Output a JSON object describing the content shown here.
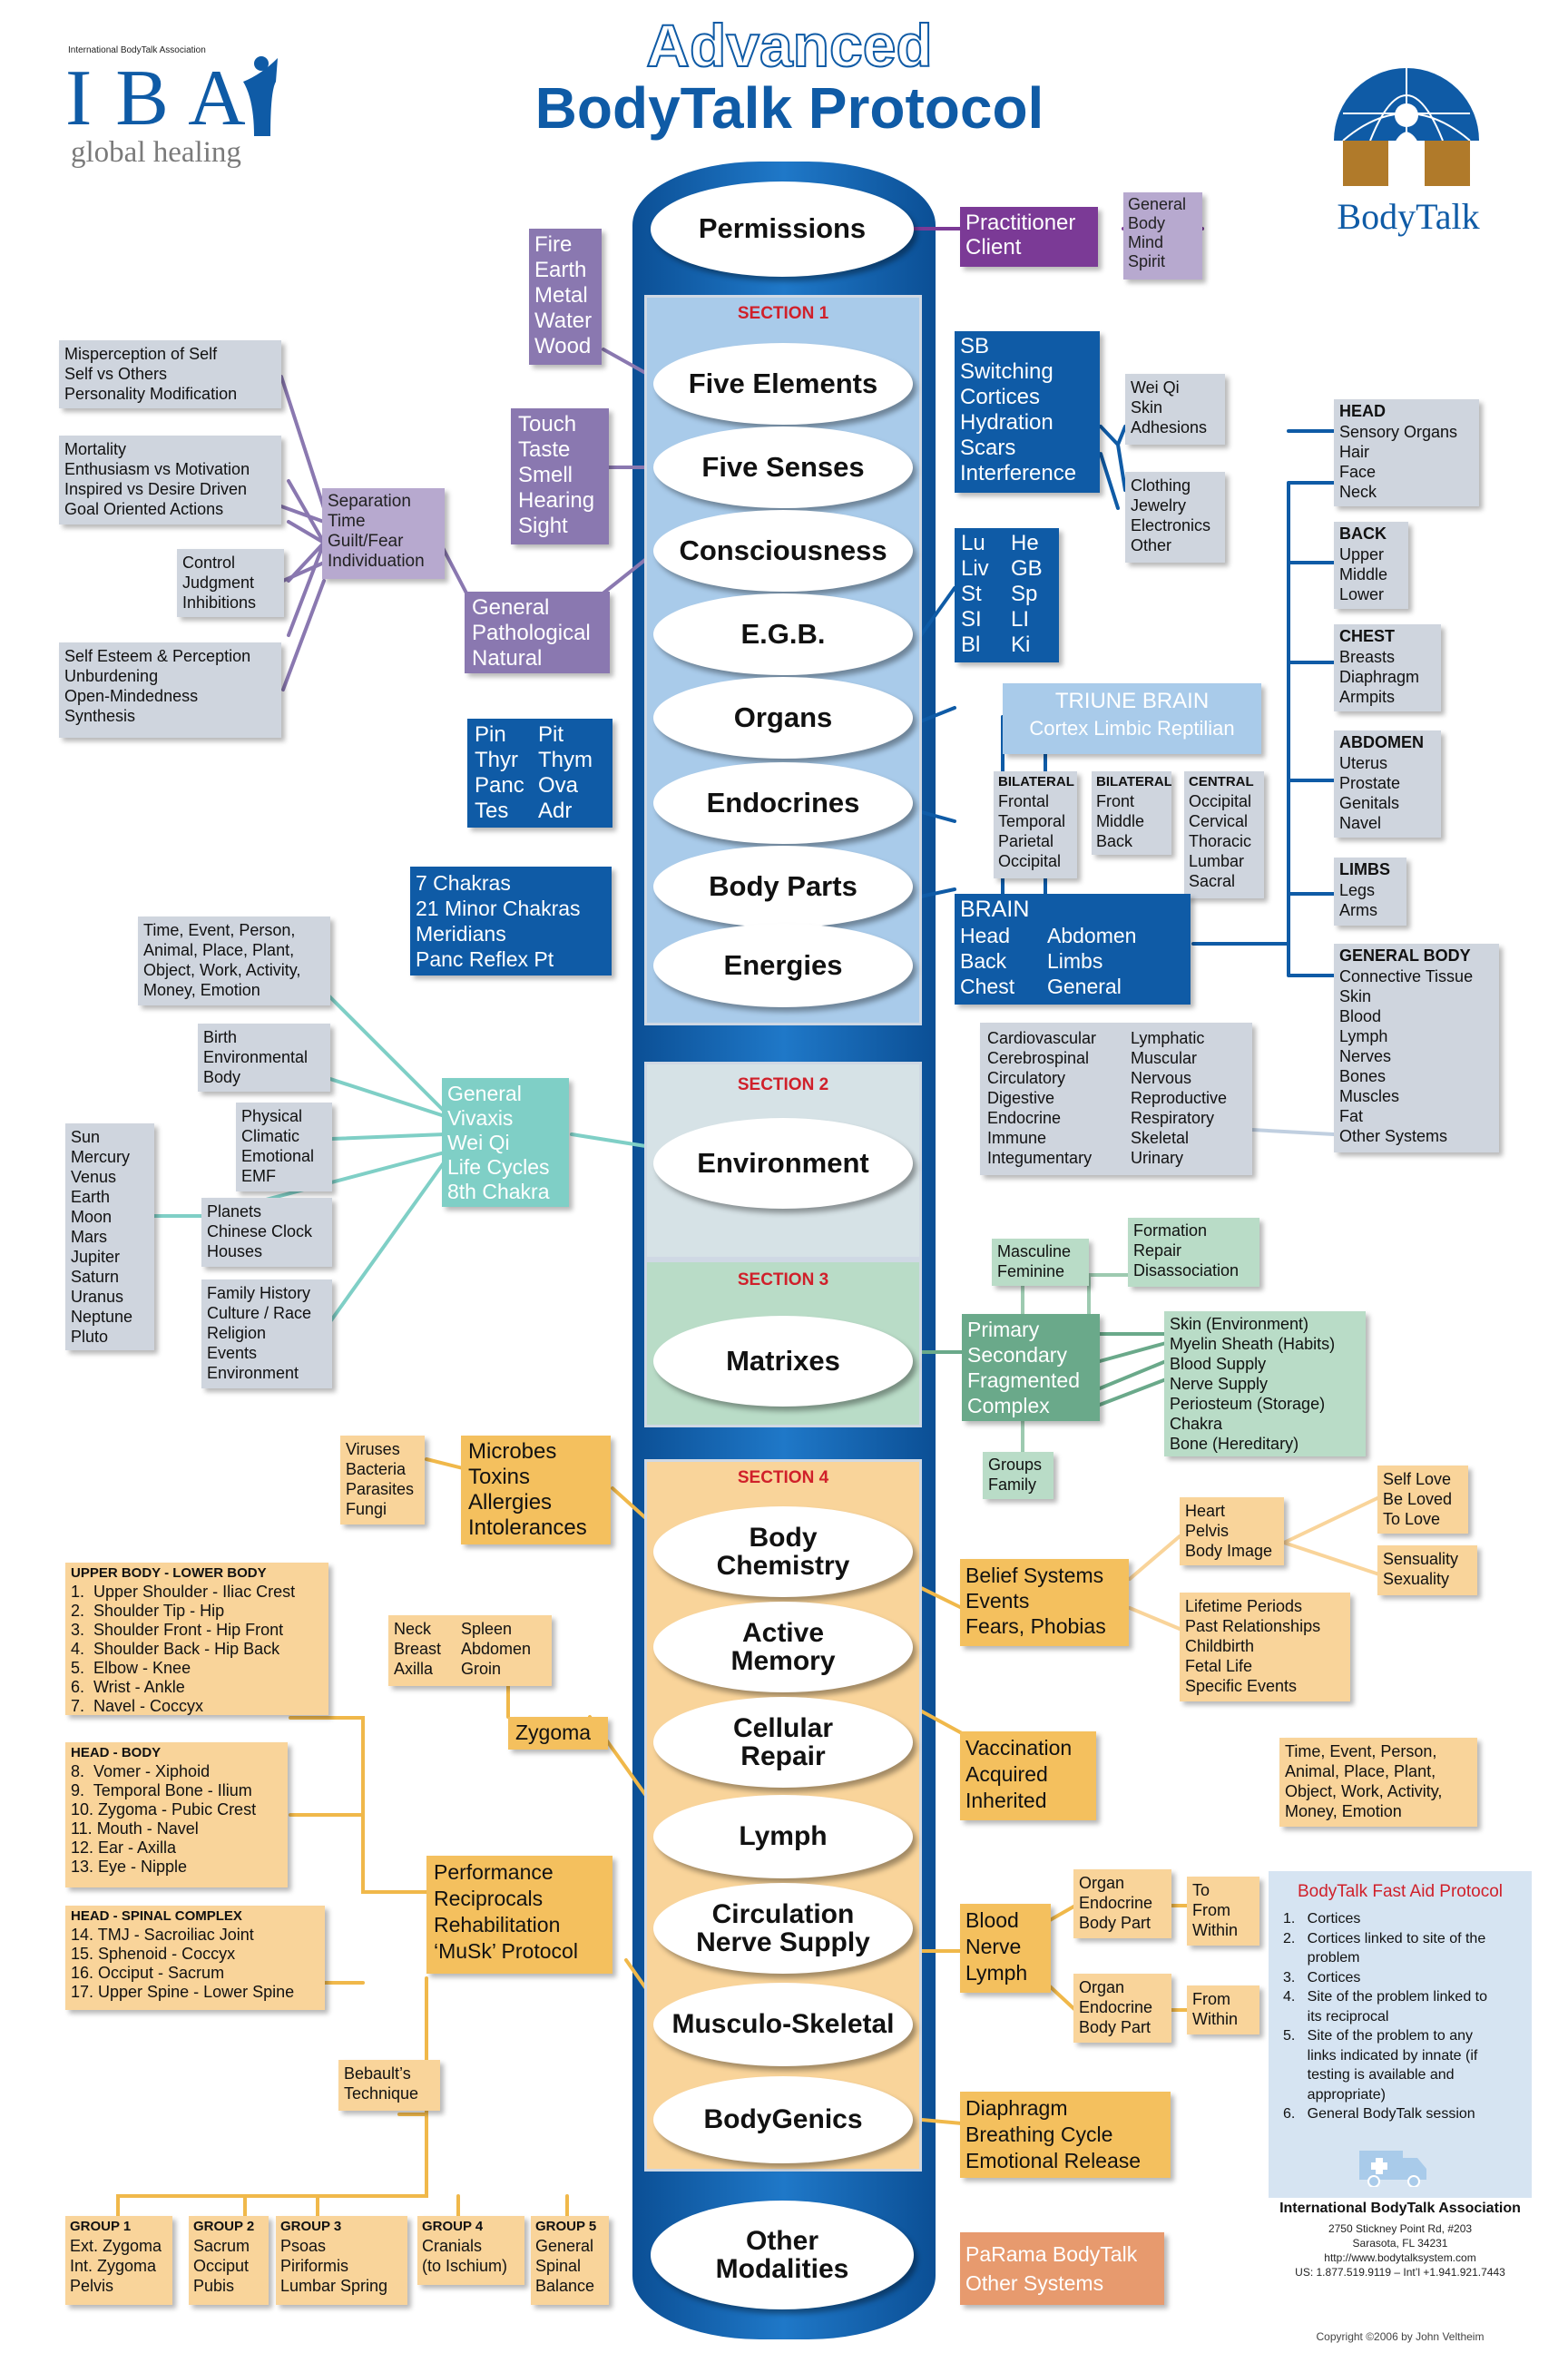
{
  "header": {
    "title_line1": "Advanced",
    "title_line2": "BodyTalk Protocol",
    "iba_small": "International BodyTalk Association",
    "iba_big": "I B A",
    "iba_sub": "global healing",
    "bodytalk_logo": "BodyTalk"
  },
  "sections": {
    "s1": "SECTION 1",
    "s2": "SECTION 2",
    "s3": "SECTION 3",
    "s4": "SECTION 4"
  },
  "ovals": {
    "permissions": "Permissions",
    "five_elements": "Five Elements",
    "five_senses": "Five Senses",
    "consciousness": "Consciousness",
    "egb": "E.G.B.",
    "organs": "Organs",
    "endocrines": "Endocrines",
    "body_parts": "Body Parts",
    "energies": "Energies",
    "environment": "Environment",
    "matrixes": "Matrixes",
    "body_chemistry": "Body\nChemistry",
    "active_memory": "Active\nMemory",
    "cellular_repair": "Cellular\nRepair",
    "lymph": "Lymph",
    "circulation": "Circulation\nNerve Supply",
    "musculo": "Musculo-Skeletal",
    "bodygenics": "BodyGenics",
    "other_modalities": "Other\nModalities"
  },
  "boxes": {
    "practitioner": "Practitioner\nClient",
    "general_body_mind_spirit": "General\nBody\nMind\nSpirit",
    "elements": "Fire\nEarth\nMetal\nWater\nWood",
    "senses": "Touch\nTaste\nSmell\nHearing\nSight",
    "gen_path": "General\nPathological\nNatural",
    "separation": "Separation\nTime\nGuilt/Fear\nIndividuation",
    "misperception": "Misperception of Self\nSelf vs Others\nPersonality Modification",
    "mortality": "Mortality\nEnthusiasm vs Motivation\nInspired vs Desire Driven\nGoal Oriented Actions",
    "control": "Control\nJudgment\nInhibitions",
    "selfesteem": "Self Esteem & Perception\nUnburdening\nOpen-Mindedness\nSynthesis",
    "sb": "SB\nSwitching\nCortices\nHydration\nScars\nInterference",
    "weiqi": "Wei Qi\nSkin\nAdhesions",
    "clothing": "Clothing\nJewelry\nElectronics\nOther",
    "organs_l": "Lu\nLiv\nSt\nSI\nBl",
    "organs_r": "He\nGB\nSp\nLI\nKi",
    "endo_l": "Pin\nThyr\nPanc\nTes",
    "endo_r": "Pit\nThym\nOva\nAdr",
    "chakras": "7 Chakras\n21 Minor Chakras\nMeridians\nPanc Reflex Pt",
    "triune_title": "TRIUNE BRAIN",
    "triune_sub": "Cortex Limbic Reptilian",
    "bilat1_t": "BILATERAL",
    "bilat1": "Frontal\nTemporal\nParietal\nOccipital",
    "bilat2_t": "BILATERAL",
    "bilat2": "Front\nMiddle\nBack",
    "central_t": "CENTRAL",
    "central": "Occipital\nCervical\nThoracic\nLumbar\nSacral",
    "brain_t": "BRAIN",
    "brain_l": "Head\nBack\nChest",
    "brain_r": "Abdomen\nLimbs\nGeneral",
    "head_t": "HEAD",
    "head": "Sensory Organs\nHair\nFace\nNeck",
    "back_t": "BACK",
    "back": "Upper\nMiddle\nLower",
    "chest_t": "CHEST",
    "chest": "Breasts\nDiaphragm\nArmpits",
    "abdomen_t": "ABDOMEN",
    "abdomen": "Uterus\nProstate\nGenitals\nNavel",
    "limbs_t": "LIMBS",
    "limbs": "Legs\nArms",
    "genbody_t": "GENERAL BODY",
    "genbody": "Connective Tissue\nSkin\nBlood\nLymph\nNerves\nBones\nMuscles\nFat\nOther Systems",
    "systems_l": "Cardiovascular\nCerebrospinal\nCirculatory\nDigestive\nEndocrine\nImmune\nIntegumentary",
    "systems_r": "Lymphatic\nMuscular\nNervous\nReproductive\nRespiratory\nSkeletal\nUrinary",
    "time_event": "Time, Event, Person,\nAnimal, Place, Plant,\nObject, Work, Activity,\nMoney, Emotion",
    "birth": "Birth\nEnvironmental\nBody",
    "physical": "Physical\nClimatic\nEmotional\nEMF",
    "planets_list": "Sun\nMercury\nVenus\nEarth\nMoon\nMars\nJupiter\nSaturn\nUranus\nNeptune\nPluto",
    "planets": "Planets\nChinese Clock\nHouses",
    "family": "Family History\nCulture / Race\nReligion\nEvents\nEnvironment",
    "vivaxis": "General\nVivaxis\nWei Qi\nLife Cycles\n8th Chakra",
    "masculine": "Masculine\nFeminine",
    "formation": "Formation\nRepair\nDisassociation",
    "primary": "Primary\nSecondary\nFragmented\nComplex",
    "skin_env": "Skin (Environment)\nMyelin Sheath (Habits)\nBlood Supply\nNerve Supply\nPeriosteum (Storage)\nChakra\nBone (Hereditary)",
    "groups": "Groups\nFamily",
    "viruses": "Viruses\nBacteria\nParasites\nFungi",
    "microbes": "Microbes\nToxins\nAllergies\nIntolerances",
    "ulb_t": "UPPER BODY - LOWER BODY",
    "ulb": "1.  Upper Shoulder - Iliac Crest\n2.  Shoulder Tip - Hip\n3.  Shoulder Front - Hip Front\n4.  Shoulder Back - Hip Back\n5.  Elbow - Knee\n6.  Wrist - Ankle\n7.  Navel - Coccyx",
    "hb_t": "HEAD - BODY",
    "hb": "8.  Vomer - Xiphoid\n9.  Temporal Bone - Ilium\n10. Zygoma - Pubic Crest\n11. Mouth - Navel\n12. Ear - Axilla\n13. Eye - Nipple",
    "hs_t": "HEAD - SPINAL COMPLEX",
    "hs": "14. TMJ - Sacroiliac Joint\n15. Sphenoid - Coccyx\n16. Occiput - Sacrum\n17. Upper Spine - Lower Spine",
    "neck_l": "Neck\nBreast\nAxilla",
    "neck_r": "Spleen\nAbdomen\nGroin",
    "zygoma": "Zygoma",
    "performance": "Performance\nReciprocals\nRehabilitation\n‘MuSk’ Protocol",
    "bebault": "Bebault’s\nTechnique",
    "g1_t": "GROUP 1",
    "g1": "Ext. Zygoma\nInt. Zygoma\nPelvis",
    "g2_t": "GROUP 2",
    "g2": "Sacrum\nOcciput\nPubis",
    "g3_t": "GROUP 3",
    "g3": "Psoas\nPiriformis\nLumbar Spring",
    "g4_t": "GROUP 4",
    "g4": "Cranials\n(to Ischium)",
    "g5_t": "GROUP 5",
    "g5": "General\nSpinal\nBalance",
    "belief": "Belief Systems\nEvents\nFears, Phobias",
    "heart": "Heart\nPelvis\nBody Image",
    "selflove": "Self Love\nBe Loved\nTo Love",
    "sensuality": "Sensuality\nSexuality",
    "lifetime": "Lifetime Periods\nPast Relationships\nChildbirth\nFetal Life\nSpecific Events",
    "time_event2": "Time, Event, Person,\nAnimal, Place, Plant,\nObject, Work, Activity,\nMoney, Emotion",
    "vaccination": "Vaccination\nAcquired\nInherited",
    "blood": "Blood\nNerve\nLymph",
    "organ1": "Organ\nEndocrine\nBody Part",
    "tofrom": "To\nFrom\nWithin",
    "organ2": "Organ\nEndocrine\nBody Part",
    "fromwithin": "From\nWithin",
    "diaphragm": "Diaphragm\nBreathing Cycle\nEmotional Release",
    "parama": "PaRama BodyTalk\nOther Systems"
  },
  "fastaid": {
    "title": "BodyTalk Fast Aid Protocol",
    "text": "1.   Cortices\n2.   Cortices linked to site of the\n      problem\n3.   Cortices\n4.   Site of the problem linked to\n      its reciprocal\n5.   Site of the problem to any\n      links indicated by innate (if\n      testing is available and\n      appropriate)\n6.   General BodyTalk session"
  },
  "footer": {
    "org": "International BodyTalk Association",
    "address": "2750 Stickney Point Rd, #203\nSarasota, FL 34231\nhttp://www.bodytalksystem.com\nUS: 1.877.519.9119 – Int’l +1.941.921.7443",
    "copyright": "Copyright ©2006 by John Veltheim"
  },
  "colors": {
    "navy": "#0f5ba6",
    "lightblue": "#a9cbea",
    "purple": "#7b3a96",
    "lavender": "#b7a9cf",
    "grey": "#cfd5de",
    "teal": "#7fcfc6",
    "green": "#6aa98a",
    "lightgreen": "#b9dcc7",
    "orange": "#f4c05e",
    "lightorange": "#f9d49a",
    "salmon": "#e79a6e",
    "red": "#d0202a"
  }
}
